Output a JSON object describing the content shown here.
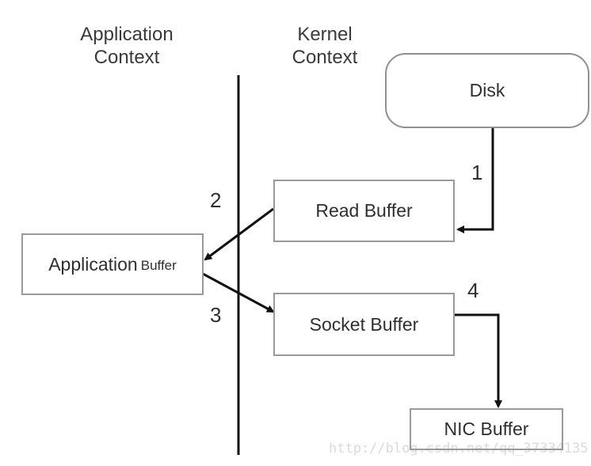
{
  "contexts": {
    "application": "Application\nContext",
    "kernel": "Kernel\nContext"
  },
  "boxes": {
    "disk": "Disk",
    "read_buffer": "Read Buffer",
    "application_buffer_main": "Application",
    "application_buffer_suffix": "Buffer",
    "socket_buffer": "Socket Buffer",
    "nic_buffer": "NIC Buffer"
  },
  "steps": {
    "s1": "1",
    "s2": "2",
    "s3": "3",
    "s4": "4"
  },
  "watermark": "http://blog.csdn.net/qq_37334135"
}
